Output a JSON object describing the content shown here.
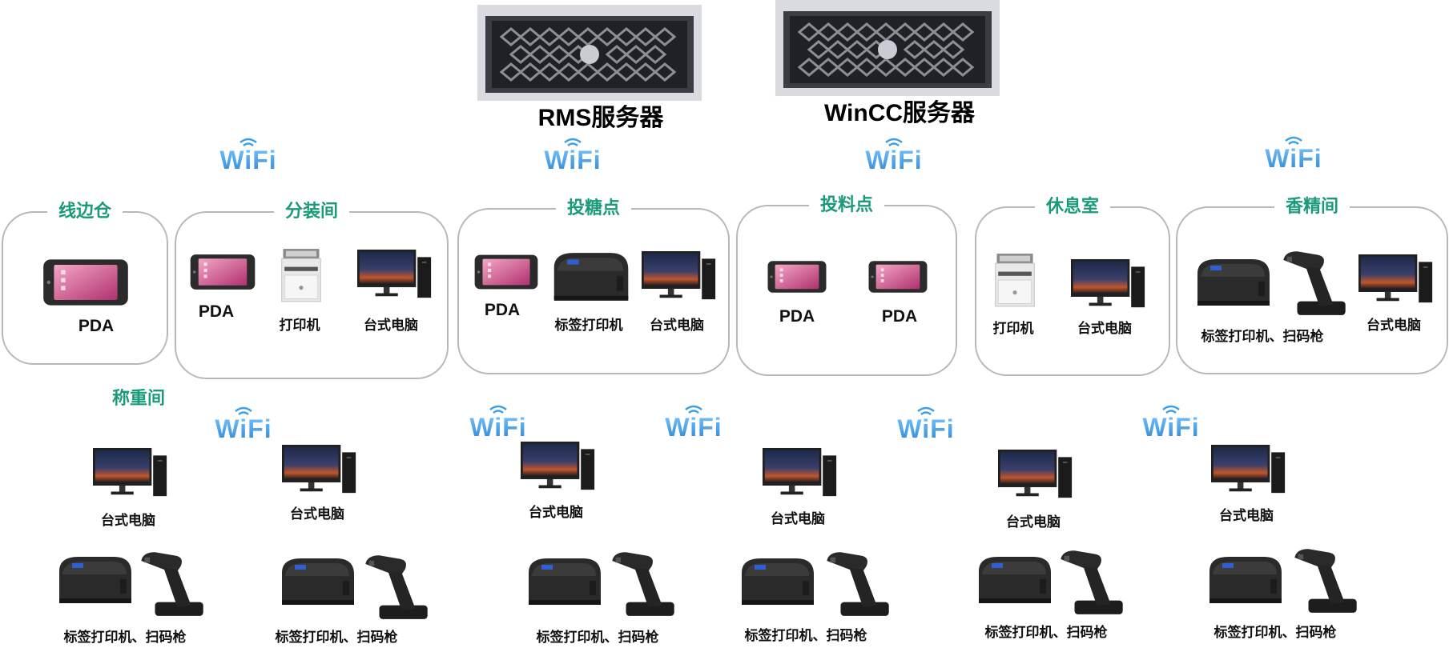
{
  "servers": [
    {
      "name": "RMS服务器"
    },
    {
      "name": "WinCC服务器"
    }
  ],
  "wifi_label": "WiFi",
  "zones": [
    {
      "title": "线边仓",
      "devices": [
        "PDA"
      ]
    },
    {
      "title": "分装间",
      "devices": [
        "PDA",
        "打印机",
        "台式电脑"
      ]
    },
    {
      "title": "投糖点",
      "devices": [
        "PDA",
        "标签打印机",
        "台式电脑"
      ]
    },
    {
      "title": "投料点",
      "devices": [
        "PDA",
        "PDA"
      ]
    },
    {
      "title": "休息室",
      "devices": [
        "打印机",
        "台式电脑"
      ]
    },
    {
      "title": "香精间",
      "devices": [
        "标签打印机、扫码枪",
        "台式电脑"
      ]
    }
  ],
  "weighing": {
    "title": "称重间",
    "stations": [
      {
        "pc": "台式电脑",
        "label_scan": "标签打印机、扫码枪"
      },
      {
        "pc": "台式电脑",
        "label_scan": "标签打印机、扫码枪"
      },
      {
        "pc": "台式电脑",
        "label_scan": "标签打印机、扫码枪"
      },
      {
        "pc": "台式电脑",
        "label_scan": "标签打印机、扫码枪"
      },
      {
        "pc": "台式电脑",
        "label_scan": "标签打印机、扫码枪"
      },
      {
        "pc": "台式电脑",
        "label_scan": "标签打印机、扫码枪"
      }
    ]
  },
  "colors": {
    "zone_title": "#1a9a7a",
    "zone_border": "#b8b8b8",
    "wifi": "#3d9fe6"
  }
}
